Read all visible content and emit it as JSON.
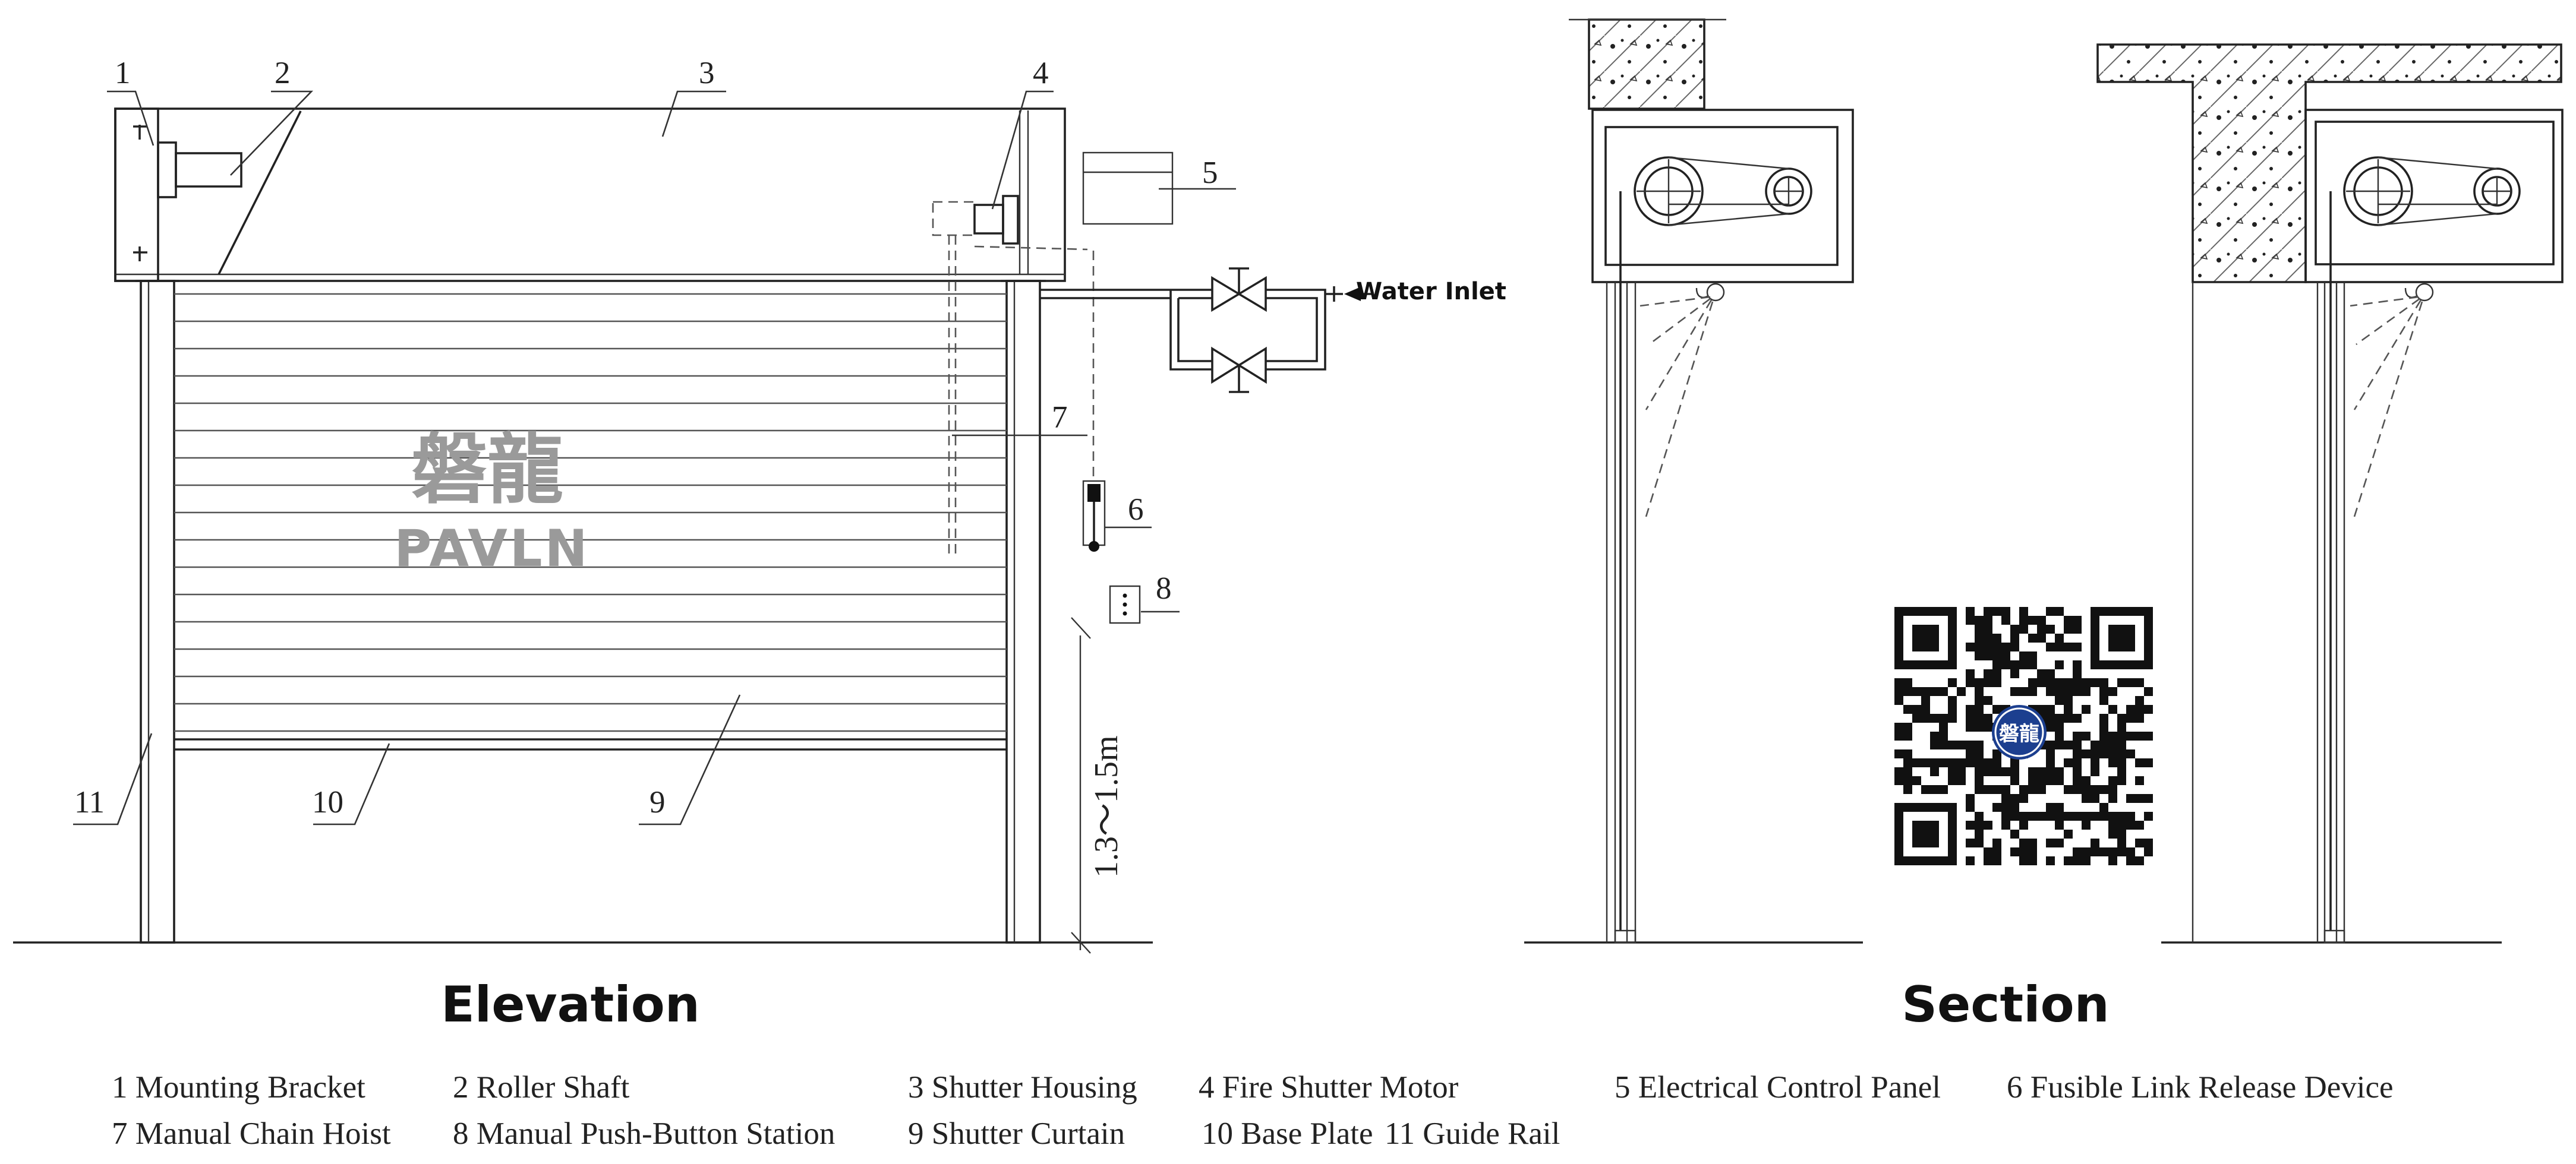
{
  "headings": {
    "elevation": "Elevation",
    "section": "Section"
  },
  "callouts": [
    "1",
    "2",
    "3",
    "4",
    "5",
    "6",
    "7",
    "8",
    "9",
    "10",
    "11"
  ],
  "water_inlet": "Water Inlet",
  "dimension": "1.3～1.5m",
  "watermark": {
    "chinese": "磐龍",
    "brand": "PAVLN"
  },
  "qr_badge": "磐龍",
  "legend": [
    "1 Mounting Bracket",
    "2 Roller Shaft",
    "3 Shutter Housing",
    "4 Fire Shutter Motor",
    "5 Electrical Control Panel",
    "6 Fusible Link Release Device",
    "7 Manual Chain Hoist",
    "8 Manual Push-Button Station",
    "9 Shutter Curtain",
    "10 Base Plate",
    "11 Guide Rail"
  ]
}
